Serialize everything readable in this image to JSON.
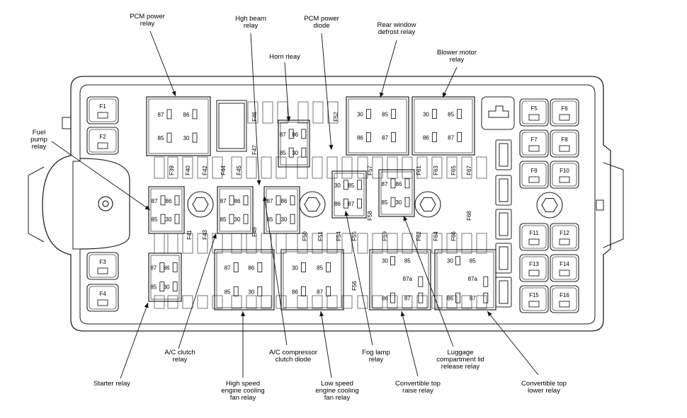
{
  "callouts": [
    {
      "id": "pcm-power-relay",
      "lines": [
        "PCM power",
        "relay"
      ]
    },
    {
      "id": "high-beam-relay",
      "lines": [
        "Hgh beam",
        "relay"
      ]
    },
    {
      "id": "horn-relay",
      "lines": [
        "Horn rleay"
      ]
    },
    {
      "id": "pcm-power-diode",
      "lines": [
        "PCM power",
        "diode"
      ]
    },
    {
      "id": "rear-window-defrost-relay",
      "lines": [
        "Rear window",
        "defrost relay"
      ]
    },
    {
      "id": "blower-motor-relay",
      "lines": [
        "Blower motor",
        "relay"
      ]
    },
    {
      "id": "fuel-pump-relay",
      "lines": [
        "Fuel",
        "pump",
        "relay"
      ]
    },
    {
      "id": "starter-relay",
      "lines": [
        "Starter relay"
      ]
    },
    {
      "id": "ac-clutch-relay",
      "lines": [
        "A/C clutch",
        "relay"
      ]
    },
    {
      "id": "high-speed-fan-relay",
      "lines": [
        "High speed",
        "engine cooling",
        "fan relay"
      ]
    },
    {
      "id": "ac-compressor-diode",
      "lines": [
        "A/C compressor",
        "clutch diode"
      ]
    },
    {
      "id": "low-speed-fan-relay",
      "lines": [
        "Low speed",
        "engine cooling",
        "fan relay"
      ]
    },
    {
      "id": "fog-lamp-relay",
      "lines": [
        "Fog lamp",
        "relay"
      ]
    },
    {
      "id": "convertible-top-raise-relay",
      "lines": [
        "Convertible top",
        "raise relay"
      ]
    },
    {
      "id": "luggage-compartment-lid-relay",
      "lines": [
        "Luggage",
        "compartment lid",
        "release relay"
      ]
    },
    {
      "id": "convertible-top-lower-relay",
      "lines": [
        "Convertible top",
        "lower relay"
      ]
    }
  ],
  "relay_pins": {
    "a": [
      "87",
      "86",
      "85",
      "30"
    ],
    "b": [
      "30",
      "85",
      "86",
      "87"
    ],
    "c": [
      "30",
      "85",
      "87a",
      "86",
      "87"
    ]
  },
  "big_fuses": [
    "F1",
    "F2",
    "F3",
    "F4",
    "F5",
    "F6",
    "F7",
    "F8",
    "F9",
    "F10",
    "F11",
    "F12",
    "F13",
    "F14",
    "F15",
    "F16"
  ],
  "mini_fuses": [
    "F39",
    "F40",
    "F42",
    "F44",
    "F45",
    "F46",
    "F47",
    "F49",
    "F41",
    "F43",
    "F50",
    "F51",
    "F52",
    "F54",
    "F55",
    "F56",
    "F57",
    "F58",
    "F59",
    "F61",
    "F62",
    "F63",
    "F64",
    "F65",
    "F66",
    "F67",
    "F68"
  ]
}
